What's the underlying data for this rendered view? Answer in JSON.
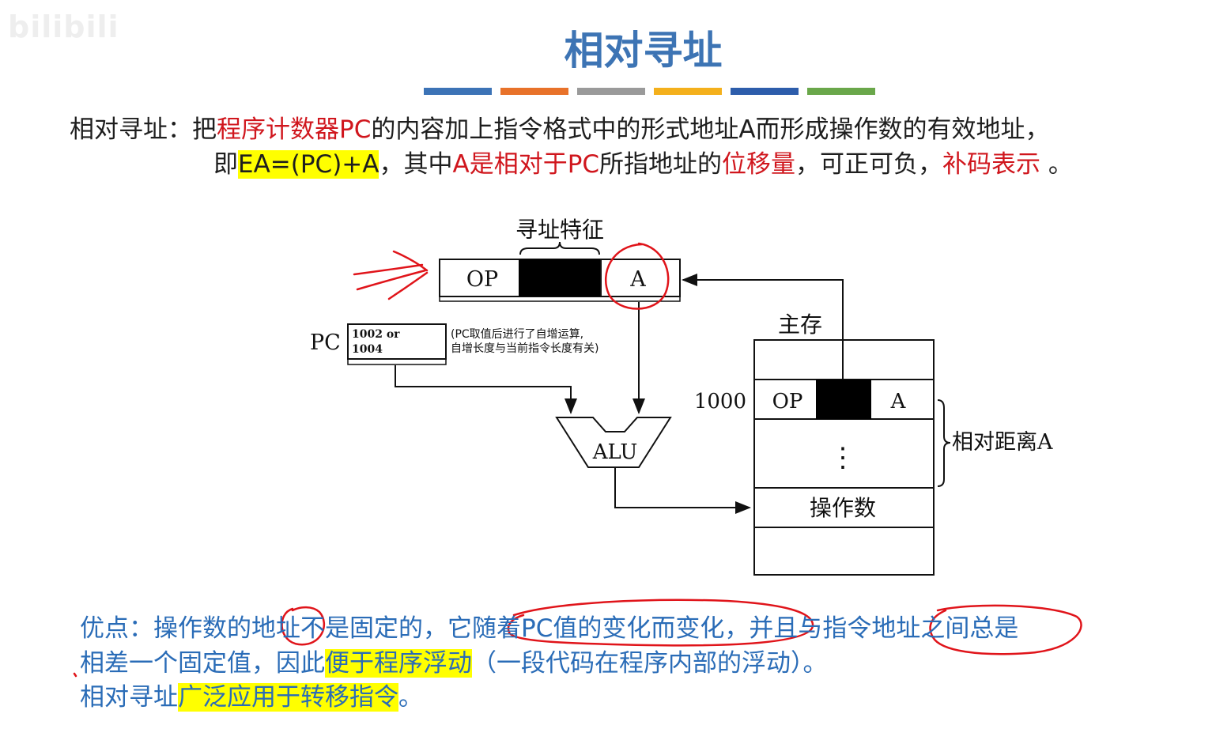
{
  "watermark": "bilibili",
  "title": "相对寻址",
  "color_bars": [
    "#3c73b6",
    "#e8722a",
    "#9a9a9a",
    "#f4b01c",
    "#2d5dab",
    "#6aa74a"
  ],
  "definition": {
    "line1": {
      "label": "相对寻址：把",
      "red1": "程序计数器PC",
      "mid": "的内容加上指令格式中的形式地址A而形成操作数的有效地址，"
    },
    "line2": {
      "pre": "即",
      "formula": "EA=(PC)+A",
      "mid1": "，其中",
      "red1": "A是相对于PC",
      "mid2": "所指地址的",
      "red2": "位移量",
      "mid3": "，可正可负，",
      "red3": "补码表示",
      "end": " 。"
    }
  },
  "diagram": {
    "addr_feature_label": "寻址特征",
    "instr_op": "OP",
    "instr_a": "A",
    "pc_label": "PC",
    "pc_line1": "1002   or",
    "pc_line2": "1004",
    "pc_note_line1": "(PC取值后进行了自增运算,",
    "pc_note_line2": "自增长度与当前指令长度有关)",
    "alu_label": "ALU",
    "memory_label": "主存",
    "mem_addr": "1000",
    "mem_op": "OP",
    "mem_a": "A",
    "mem_dots": "⋮",
    "mem_operand": "操作数",
    "relative_distance": "相对距离A"
  },
  "advantages": {
    "line1": "优点：操作数的地址不是固定的，它随着PC值的变化而变化，并且与指令地址之间总是",
    "line2_pre": "相差一个固定值，因此",
    "line2_hl": "便于程序浮动",
    "line2_post": "（一段代码在程序内部的浮动）。",
    "line3_pre": "相对寻址",
    "line3_hl": "广泛应用于转移指令",
    "line3_post": "。"
  }
}
